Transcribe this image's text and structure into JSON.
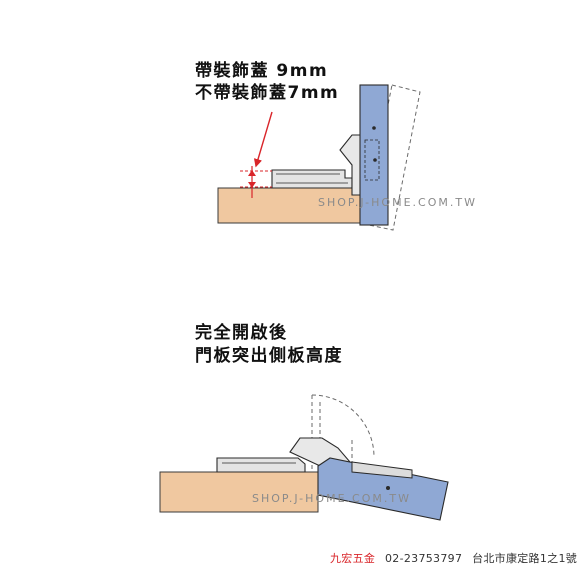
{
  "top_diagram": {
    "label_line_1": "帶裝飾蓋 9mm",
    "label_line_2": "不帶裝飾蓋7mm",
    "watermark": "SHOP.J-HOME.COM.TW"
  },
  "bottom_diagram": {
    "label_line_1": "完全開啟後",
    "label_line_2": "門板突出側板高度",
    "watermark": "SHOP.J-HOME.COM.TW"
  },
  "footer": {
    "brand": "九宏五金",
    "phone": "02-23753797",
    "address": "台北市康定路1之1號"
  },
  "colors": {
    "wood": "#f0c8a0",
    "door_blue": "#8fa8d4",
    "hinge_grey": "#e2e2e2",
    "outline": "#2a2a2a",
    "annotation_red": "#d9252a",
    "watermark": "#8a8a8a"
  }
}
